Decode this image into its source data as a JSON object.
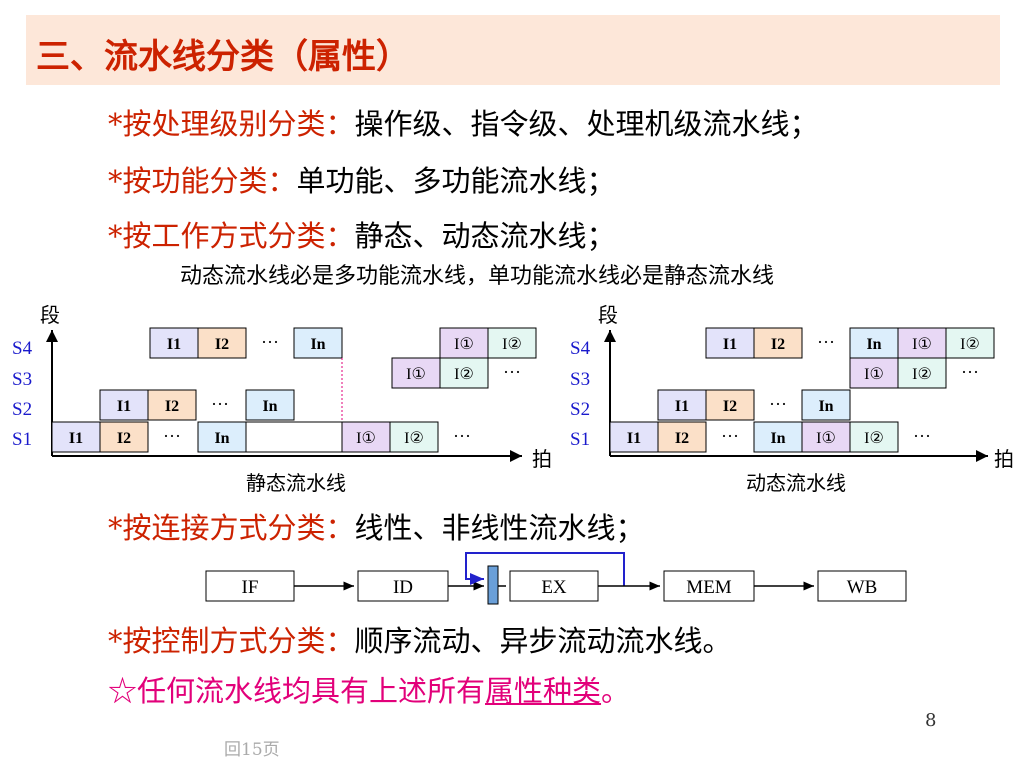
{
  "title": "三、流水线分类（属性）",
  "items": [
    {
      "label": "*按处理级别分类：",
      "text": "操作级、指令级、处理机级流水线；"
    },
    {
      "label": "*按功能分类：",
      "text": "单功能、多功能流水线；"
    },
    {
      "label": "*按工作方式分类：",
      "text": "静态、动态流水线；"
    },
    {
      "label": "*按连接方式分类：",
      "text": "线性、非线性流水线；"
    },
    {
      "label": "*按控制方式分类：",
      "text": "顺序流动、异步流动流水线。"
    }
  ],
  "note": "动态流水线必是多功能流水线，单功能流水线必是静态流水线",
  "diagrams": {
    "y_axis_label": "段",
    "x_axis_label": "拍",
    "stages": [
      "S4",
      "S3",
      "S2",
      "S1"
    ],
    "static_caption": "静态流水线",
    "dynamic_caption": "动态流水线",
    "cells": {
      "i1": "I1",
      "i2": "I2",
      "dots": "···",
      "in": "In",
      "ia": "I①",
      "ib": "I②"
    }
  },
  "linear_pipeline": {
    "stages": [
      "IF",
      "ID",
      "EX",
      "MEM",
      "WB"
    ]
  },
  "final": {
    "prefix": "☆任何流水线均具有上述所有",
    "underlined": "属性种类",
    "suffix": "。"
  },
  "page_number": "8",
  "footer_link": "回15页",
  "colors": {
    "title_bg": "#fde7d9",
    "title_text": "#cc2200",
    "label_text": "#cc2200",
    "cell_i1": "#e3e3fa",
    "cell_i2": "#fbe0c8",
    "cell_in": "#dceefc",
    "cell_ia": "#e8d8f5",
    "cell_ib": "#e4f7f2",
    "stage_label": "#1a1acc",
    "final_text": "#e2007a"
  }
}
